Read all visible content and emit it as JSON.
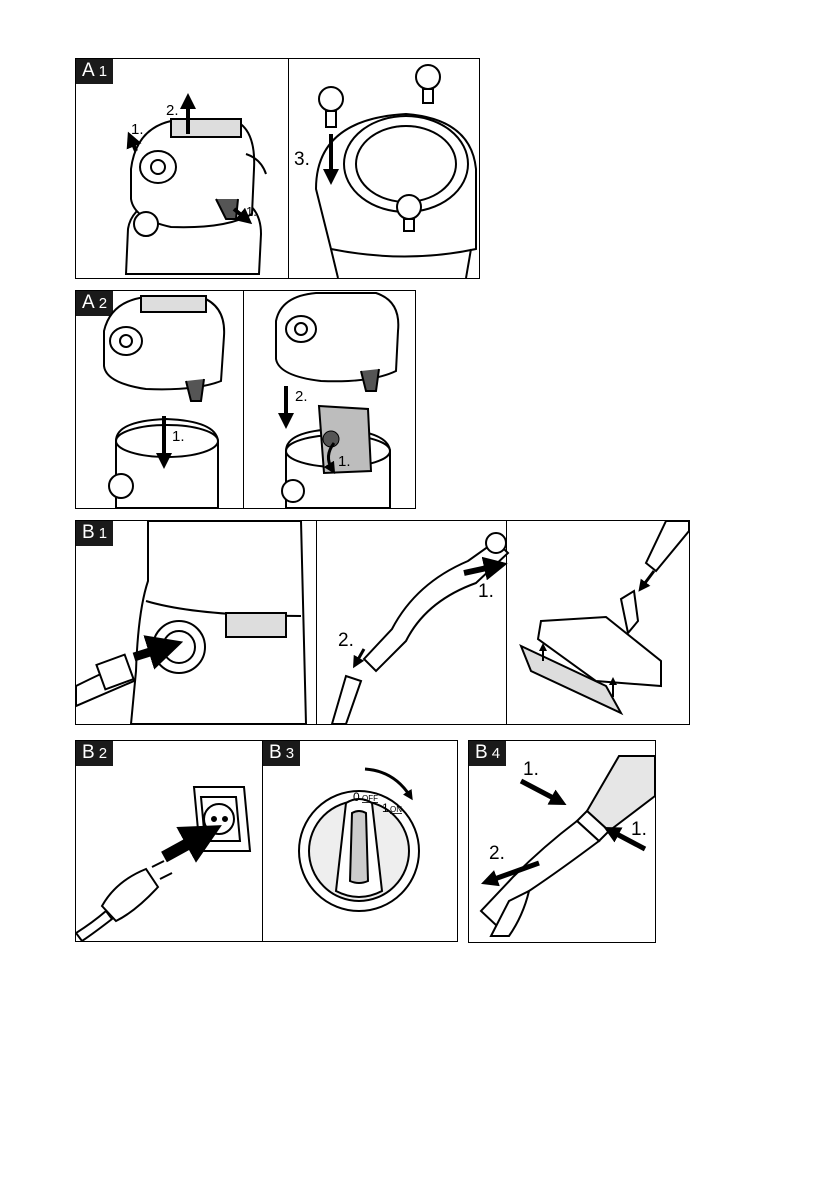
{
  "panels": {
    "a1": {
      "letter": "A",
      "num": "1",
      "steps": [
        "1.",
        "2.",
        "1.",
        "3."
      ]
    },
    "a2": {
      "letter": "A",
      "num": "2",
      "steps": [
        "1.",
        "2.",
        "1."
      ]
    },
    "b1": {
      "letter": "B",
      "num": "1",
      "steps": [
        "1.",
        "2."
      ]
    },
    "b2": {
      "letter": "B",
      "num": "2"
    },
    "b3": {
      "letter": "B",
      "num": "3",
      "off_num": "0",
      "off_text": "OFF",
      "on_num": "1",
      "on_text": "ON"
    },
    "b4": {
      "letter": "B",
      "num": "4",
      "steps": [
        "1.",
        "1.",
        "2."
      ]
    }
  },
  "colors": {
    "ink": "#000000",
    "tag_bg": "#1a1a1a",
    "paper": "#ffffff",
    "shade": "#bdbdbd"
  }
}
